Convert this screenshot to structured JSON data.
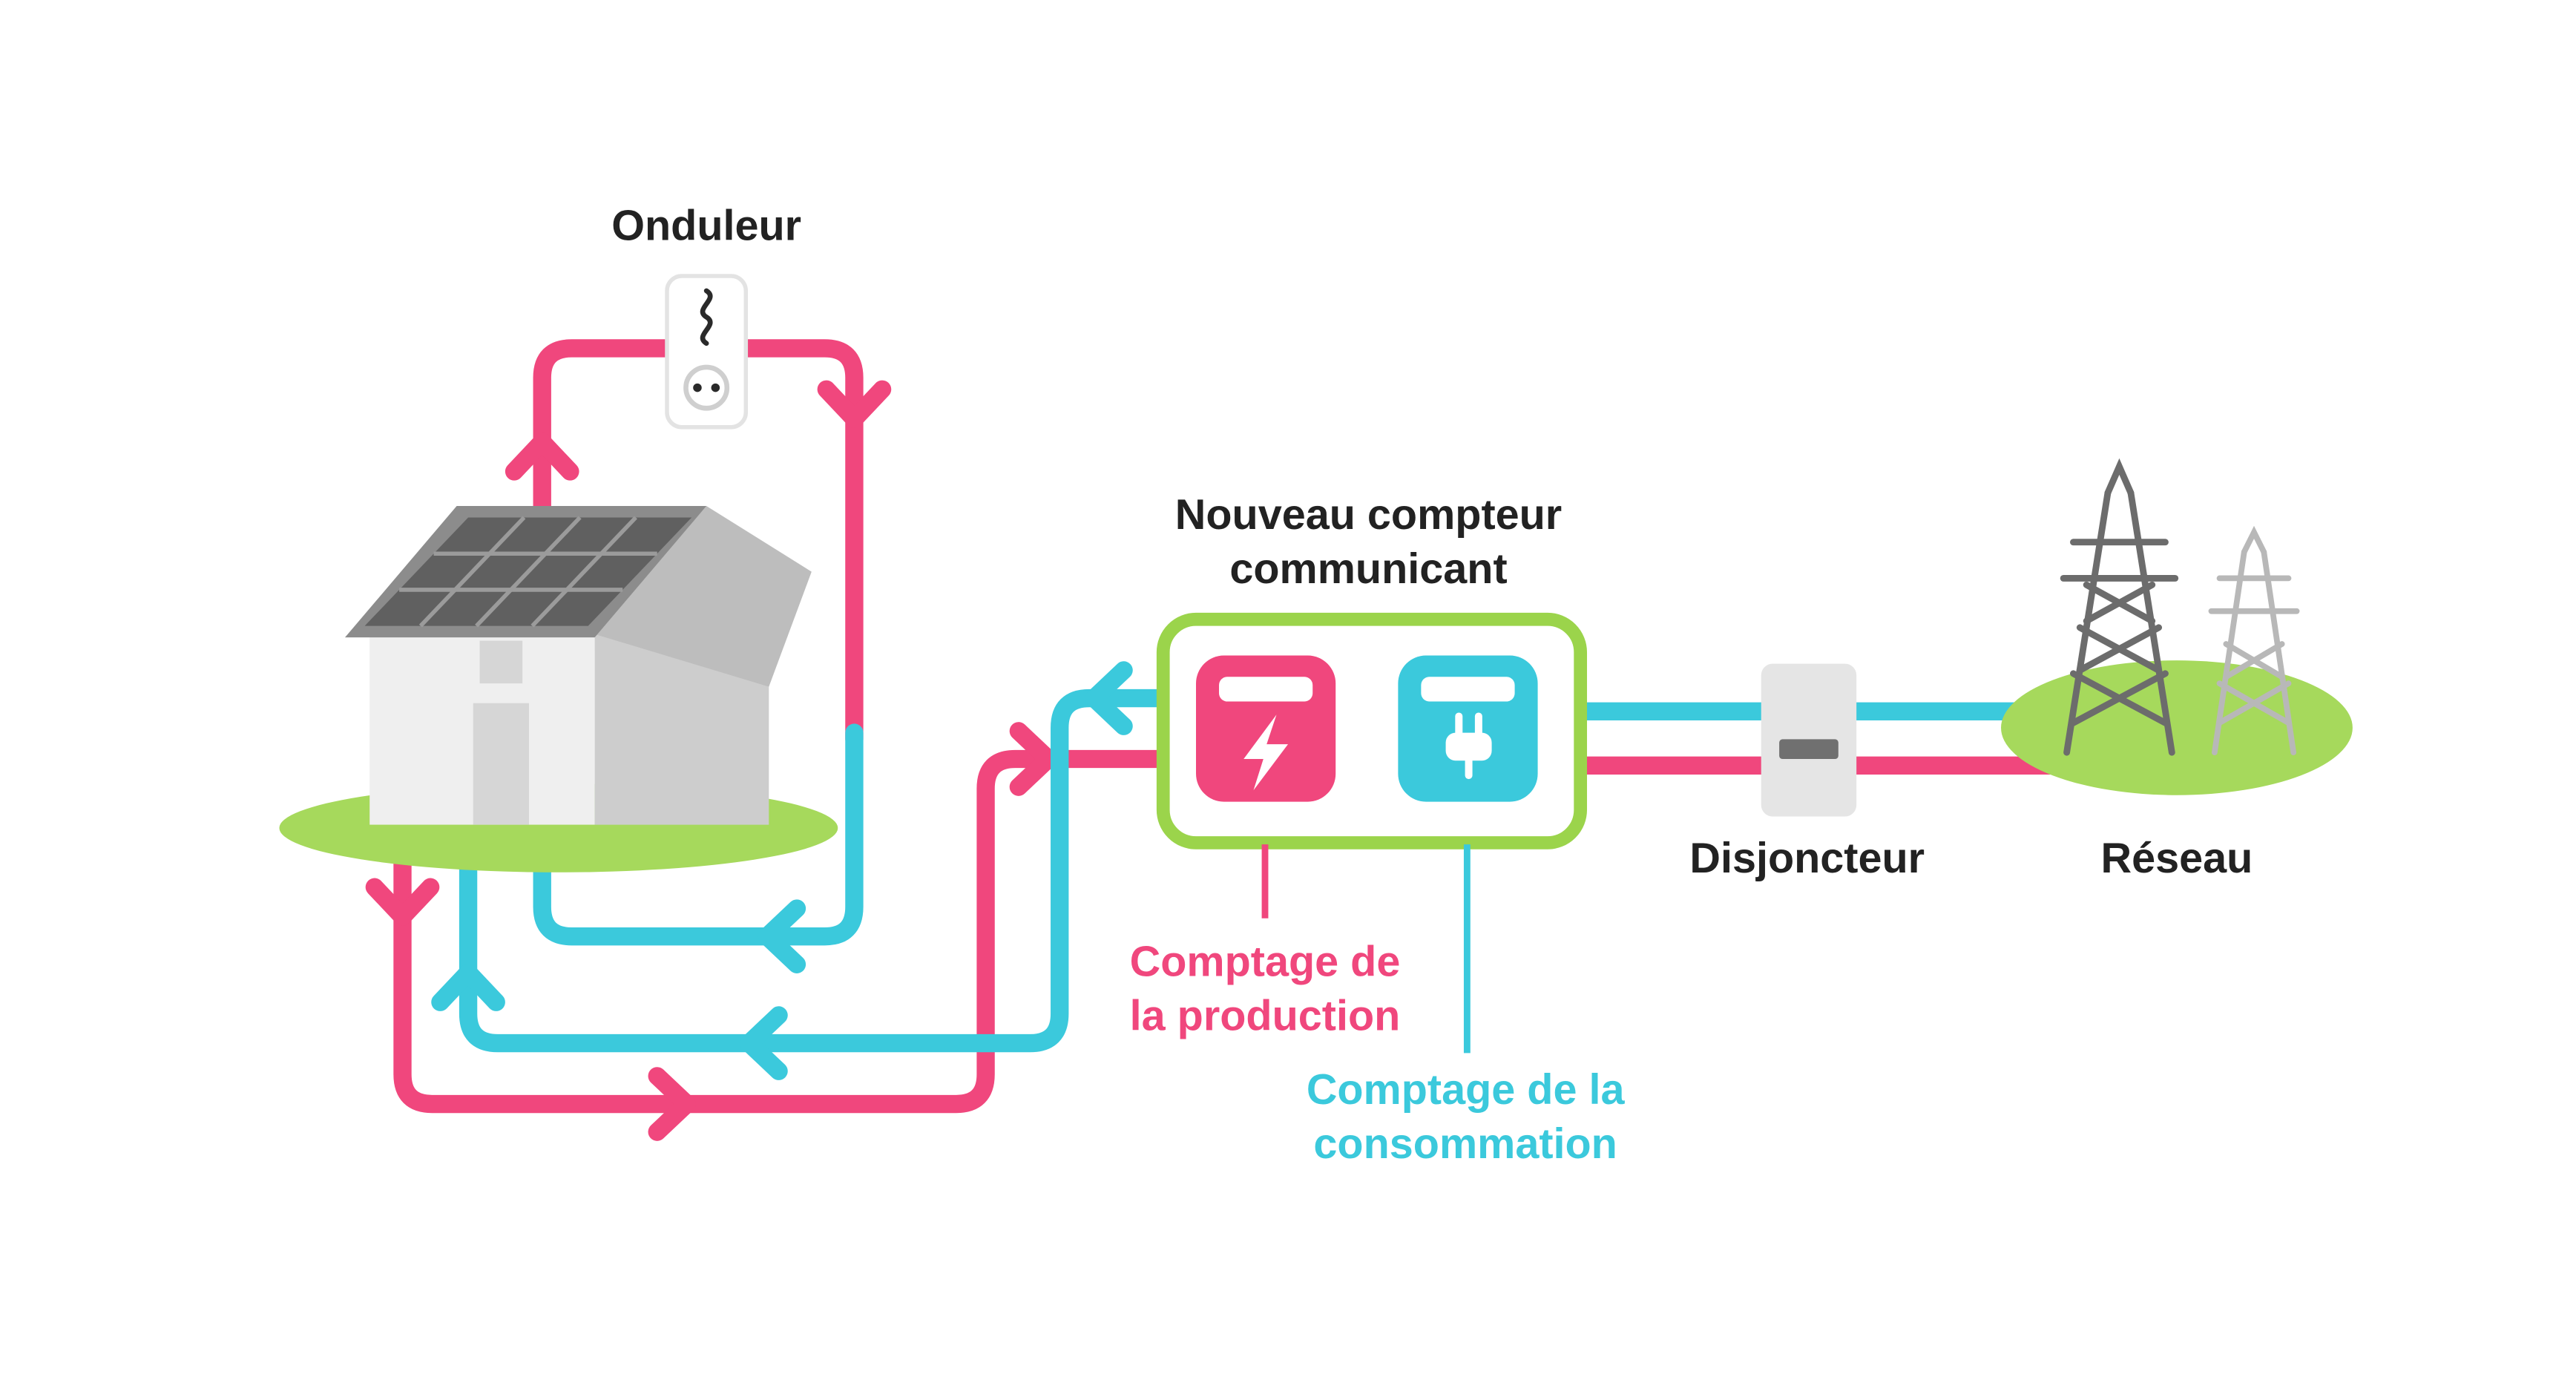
{
  "labels": {
    "inverter": "Onduleur",
    "meter_line1": "Nouveau compteur",
    "meter_line2": "communicant",
    "production_line1": "Comptage de",
    "production_line2": "la production",
    "consumption_line1": "Comptage de la",
    "consumption_line2": "consommation",
    "breaker": "Disjoncteur",
    "grid": "Réseau"
  },
  "colors": {
    "production_pink": "#F0477D",
    "consumption_cyan": "#3BC9DC",
    "ground_green": "#A6D95C",
    "meter_border_green": "#9BD44B",
    "text_dark": "#222222",
    "roof_gray": "#8C8C8C",
    "solar_panel_gray": "#606060",
    "wall_light_gray": "#EFEFEF",
    "wall_side_gray": "#CDCDCD",
    "pylon_dark_gray": "#6C6C6C",
    "pylon_light_gray": "#B8B8B8",
    "breaker_box_gray": "#E5E5E5"
  },
  "icons": {
    "inverter": "ac-wave-outlet-icon",
    "production_meter": "lightning-bolt-icon",
    "consumption_meter": "plug-icon",
    "breaker": "circuit-breaker-icon",
    "grid": "transmission-towers-icon",
    "house": "house-with-solar-panels-icon"
  },
  "flows": {
    "production_flow": "pink",
    "consumption_flow": "cyan"
  }
}
